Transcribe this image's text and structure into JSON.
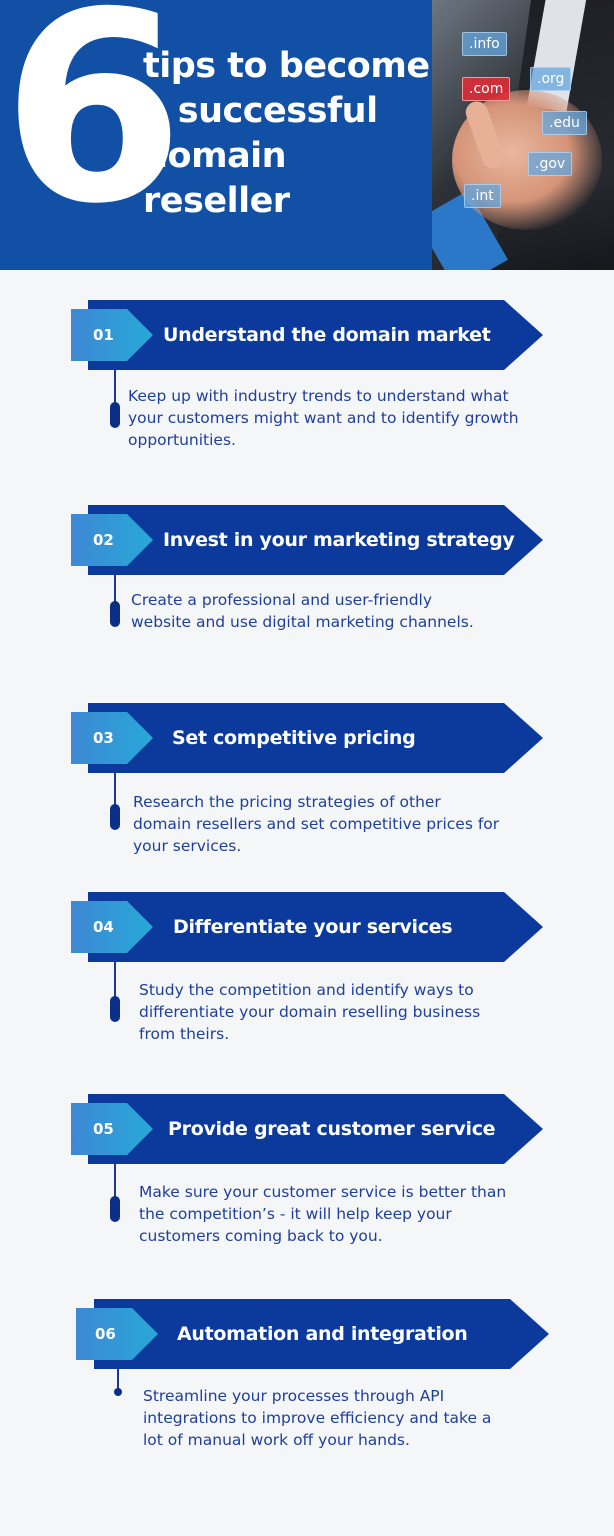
{
  "header": {
    "number": "6",
    "title_lines": [
      "tips to become",
      "a successful",
      "domain",
      "reseller"
    ],
    "photo_tags": [
      ".info",
      ".com",
      ".org",
      ".edu",
      ".gov",
      ".int"
    ]
  },
  "tips": [
    {
      "number": "01",
      "title": "Understand the domain market",
      "description": "Keep up with industry trends to understand what your customers might want and to identify growth opportunities."
    },
    {
      "number": "02",
      "title": "Invest in your marketing strategy",
      "description": "Create a professional and user-friendly website and use digital marketing channels."
    },
    {
      "number": "03",
      "title": "Set competitive pricing",
      "description": "Research the pricing strategies of other domain resellers and set competitive prices for your services."
    },
    {
      "number": "04",
      "title": "Differentiate your services",
      "description": "Study the competition and identify ways to differentiate your domain reselling business from theirs."
    },
    {
      "number": "05",
      "title": "Provide great customer service",
      "description": "Make sure your customer service is better than the competition’s - it will help keep your customers coming back to you."
    },
    {
      "number": "06",
      "title": "Automation and integration",
      "description": "Streamline your processes through API integrations to improve efficiency and take a lot of manual work off your hands."
    }
  ],
  "colors": {
    "header_bg": "#1150a4",
    "banner_bg": "#0b3a9c",
    "number_box": "#27a8d8",
    "description_text": "#1e3f9e",
    "page_bg": "#f5f6f8"
  }
}
